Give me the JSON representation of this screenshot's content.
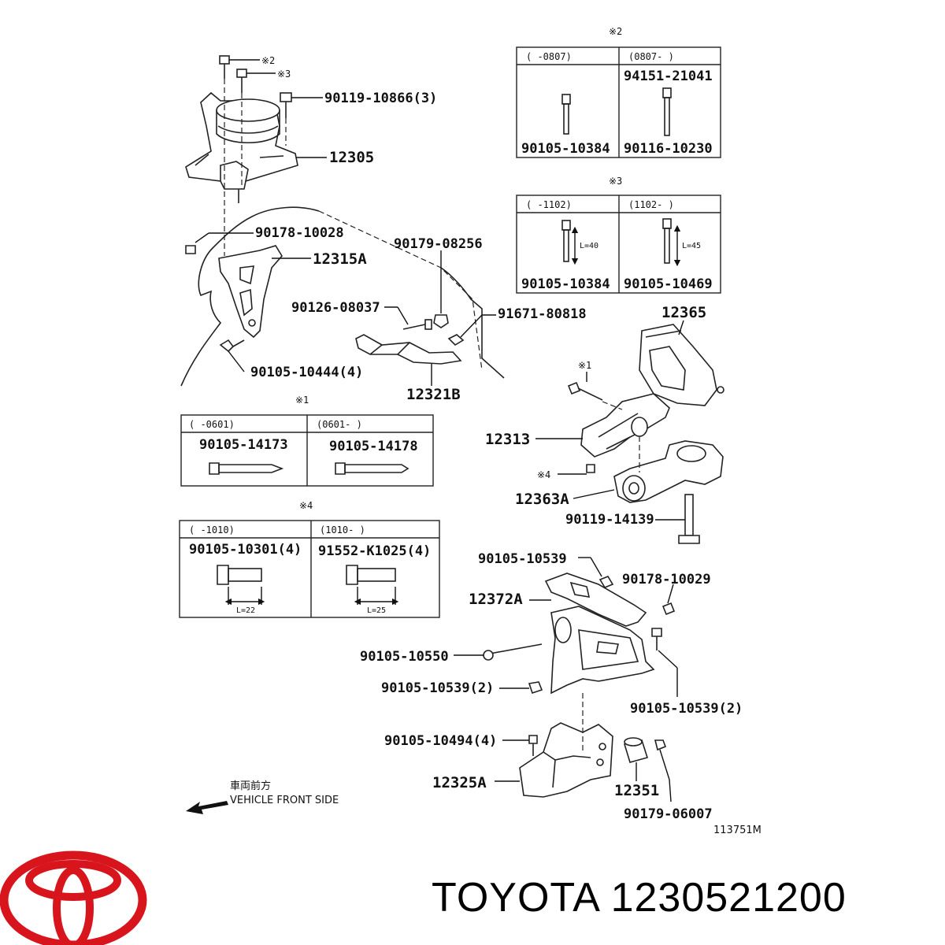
{
  "brand": {
    "name_line": "TOYOTA 1230521200",
    "logo": "toyota-logo",
    "logo_color": "#d8141c"
  },
  "figure_code": "113751M",
  "direction": {
    "japanese": "車両前方",
    "english": "VEHICLE FRONT SIDE"
  },
  "parts": {
    "p12305": "12305",
    "p90119_10866": "90119-10866(3)",
    "p12315A": "12315A",
    "p90178_10028": "90178-10028",
    "p90179_08256": "90179-08256",
    "p90126_08037": "90126-08037",
    "p91671_80818": "91671-80818",
    "p90105_10444": "90105-10444(4)",
    "p12321B": "12321B",
    "p12365": "12365",
    "p12313": "12313",
    "p12363A": "12363A",
    "p90119_14139": "90119-14139",
    "p90105_10539": "90105-10539",
    "p90178_10029": "90178-10029",
    "p12372A": "12372A",
    "p90105_10550": "90105-10550",
    "p90105_10539_2a": "90105-10539(2)",
    "p90105_10539_2b": "90105-10539(2)",
    "p90105_10494": "90105-10494(4)",
    "p12325A": "12325A",
    "p12351": "12351",
    "p90179_06007": "90179-06007"
  },
  "marks": {
    "m2": "※2",
    "m3": "※3",
    "m1": "※1",
    "m4": "※4"
  },
  "tables": {
    "t2": {
      "mark": "※2",
      "col1_head": "(      -0807)",
      "col2_head": "(0807-      )",
      "col2_top": "94151-21041",
      "col1_bottom": "90105-10384",
      "col2_bottom": "90116-10230"
    },
    "t3": {
      "mark": "※3",
      "col1_head": "(      -1102)",
      "col2_head": "(1102-      )",
      "col1_dim": "L=40",
      "col2_dim": "L=45",
      "col1_bottom": "90105-10384",
      "col2_bottom": "90105-10469"
    },
    "t1": {
      "mark": "※1",
      "col1_head": "(      -0601)",
      "col2_head": "(0601-      )",
      "col1_part": "90105-14173",
      "col2_part": "90105-14178"
    },
    "t4": {
      "mark": "※4",
      "col1_head": "(      -1010)",
      "col2_head": "(1010-      )",
      "col1_part": "90105-10301(4)",
      "col2_part": "91552-K1025(4)",
      "col1_dim": "L=22",
      "col2_dim": "L=25"
    }
  }
}
